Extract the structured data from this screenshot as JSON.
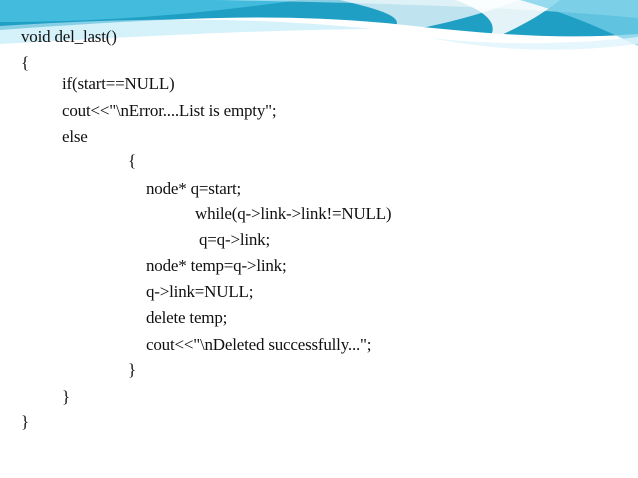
{
  "code": {
    "lines": [
      "void del_last()",
      "{",
      "if(start==NULL)",
      "cout<<\"\\nError....List is empty\";",
      "else",
      "{",
      "node* q=start;",
      "while(q->link->link!=NULL)",
      "q=q->link;",
      "node* temp=q->link;",
      "q->link=NULL;",
      "delete temp;",
      "cout<<\"\\nDeleted successfully...\";",
      "}",
      "}",
      "}"
    ]
  },
  "theme": {
    "banner_primary": "#1f9fc4",
    "banner_secondary": "#49bfe0",
    "banner_light": "#dff4fb",
    "text_color": "#111111"
  }
}
